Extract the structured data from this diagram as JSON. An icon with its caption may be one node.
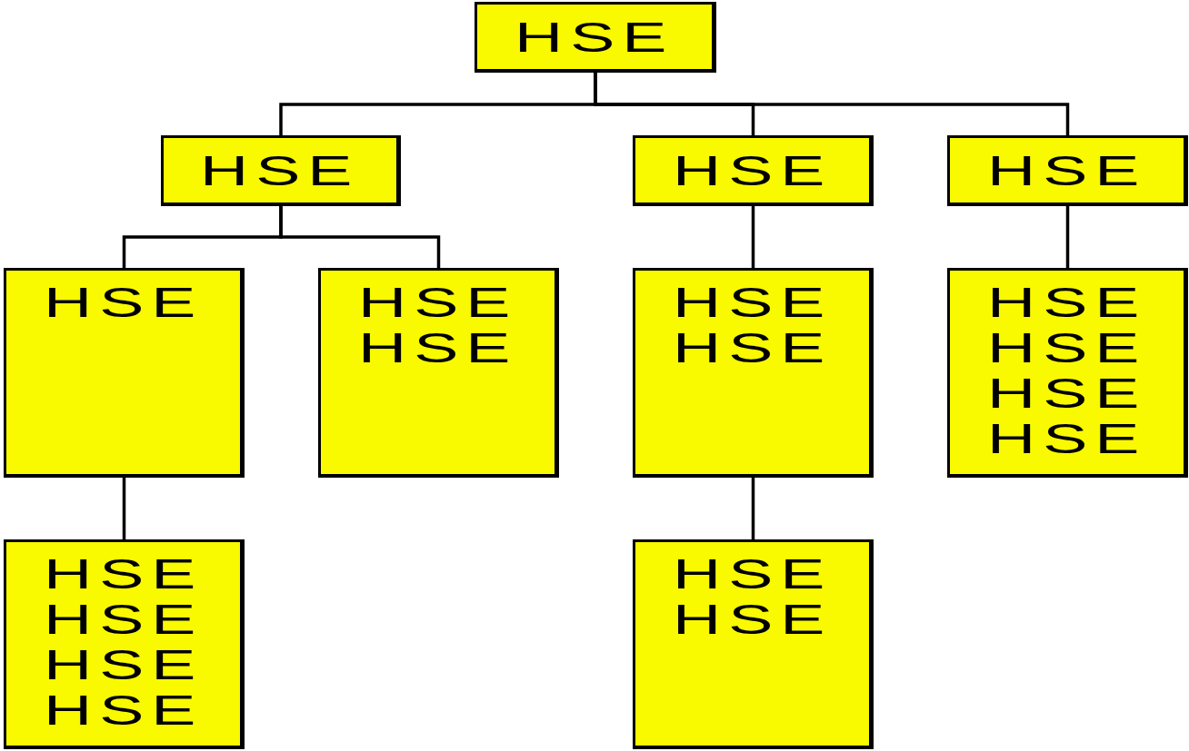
{
  "diagram": {
    "nodes": [
      {
        "text": [
          "HSE"
        ]
      },
      {
        "text": [
          "HSE"
        ]
      },
      {
        "text": [
          "HSE"
        ]
      },
      {
        "text": [
          "HSE"
        ]
      },
      {
        "text": [
          "HSE"
        ]
      },
      {
        "text": [
          "HSE",
          "HSE"
        ]
      },
      {
        "text": [
          "HSE",
          "HSE"
        ]
      },
      {
        "text": [
          "HSE",
          "HSE",
          "HSE",
          "HSE"
        ]
      },
      {
        "text": [
          "HSE",
          "HSE",
          "HSE",
          "HSE"
        ]
      },
      {
        "text": [
          "HSE",
          "HSE"
        ]
      }
    ],
    "edges": [
      {
        "from": 0,
        "to": 1,
        "arrow": "none"
      },
      {
        "from": 0,
        "to": 2,
        "arrow": "none"
      },
      {
        "from": 0,
        "to": 3,
        "arrow": "none"
      },
      {
        "from": 1,
        "to": 4,
        "arrow": "none"
      },
      {
        "from": 1,
        "to": 5,
        "arrow": "none"
      },
      {
        "from": 2,
        "to": 6,
        "arrow": "none"
      },
      {
        "from": 3,
        "to": 7,
        "arrow": "none"
      },
      {
        "from": 4,
        "to": 8,
        "arrow": "none"
      },
      {
        "from": 6,
        "to": 9,
        "arrow": "none"
      }
    ]
  }
}
